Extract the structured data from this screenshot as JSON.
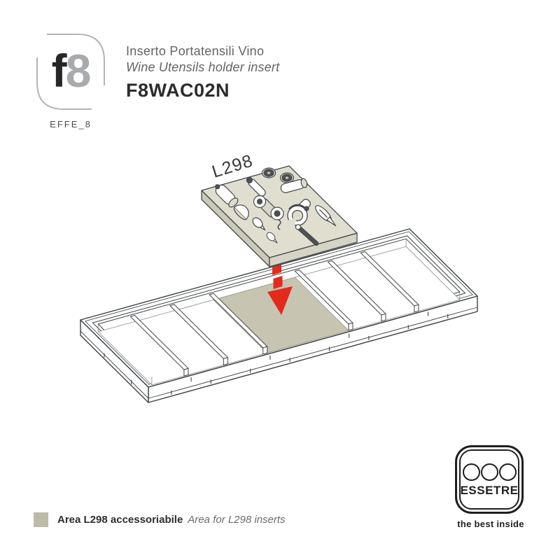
{
  "header": {
    "logo": {
      "f": "f",
      "eight": "8",
      "brand": "EFFE_8"
    },
    "title_it": "Inserto Portatensili Vino",
    "title_en": "Wine Utensils holder insert",
    "product_code": "F8WAC02N"
  },
  "diagram": {
    "insert_label": "L298",
    "colors": {
      "line": "#3e4245",
      "highlight_area": "#c7c5b1",
      "arrow_red": "#e32a1d",
      "tray_top": "#e0decf",
      "tray_side_left": "#cbc9b9",
      "tray_side_front": "#d6d4c4"
    }
  },
  "legend": {
    "swatch_color": "#bcbaa9",
    "label_it": "Area L298 accessoriabile",
    "label_en": "Area for L298 inserts"
  },
  "footer_logo": {
    "name": "ESSETRE",
    "tagline": "the best inside"
  }
}
